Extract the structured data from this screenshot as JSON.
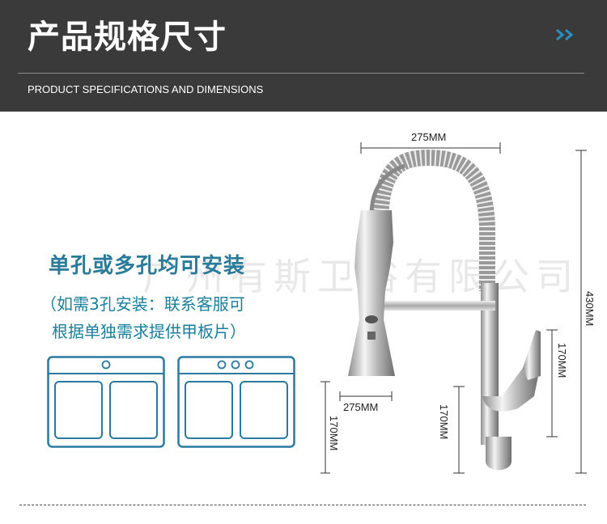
{
  "header": {
    "title": "产品规格尺寸",
    "subtitle": "PRODUCT SPECIFICATIONS AND DIMENSIONS"
  },
  "icons": {
    "header_arrow": "double-chevron-right-icon",
    "sink_single": "single-hole-sink-icon",
    "sink_triple": "three-hole-sink-icon",
    "product": "pull-down-faucet-icon"
  },
  "text": {
    "headline": "单孔或多孔均可安装",
    "note_line1": "（如需3孔安装：联系客服可",
    "note_line2": "根据单独需求提供甲板片）",
    "watermark": "广州有斯卫浴有限公司"
  },
  "dimensions": {
    "top_width": "275MM",
    "total_height": "430MM",
    "handle_height": "170MM",
    "spout_height": "170MM",
    "sprayer_width": "275MM",
    "sprayer_height": "170MM"
  },
  "colors": {
    "header_bg": "#3a3a3a",
    "accent_blue": "#2a8fc0",
    "text_teal": "#1a7f9c"
  }
}
